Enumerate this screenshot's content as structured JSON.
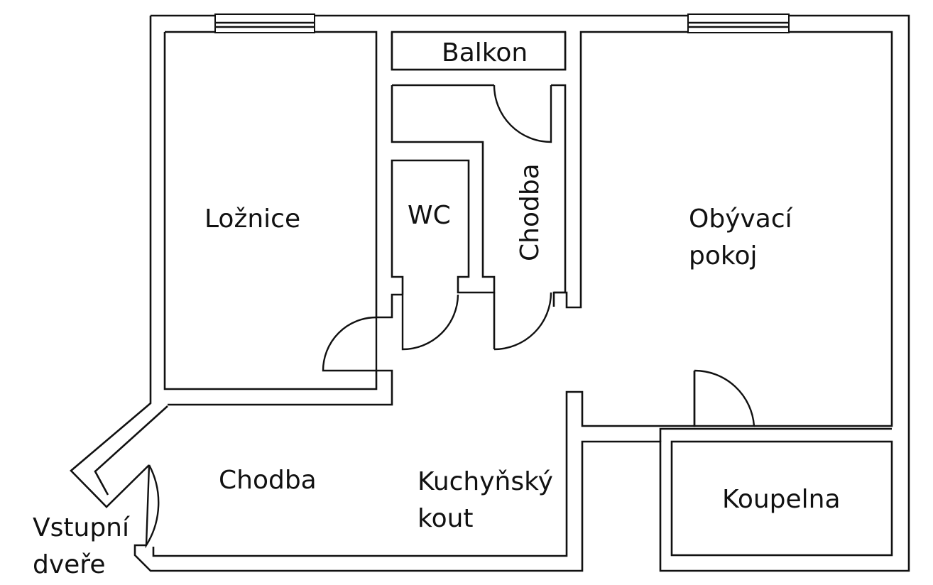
{
  "rooms": {
    "loznice": "Ložnice",
    "balkon": "Balkon",
    "wc": "WC",
    "chodba_upper": "Chodba",
    "obyvaci_line1": "Obývací",
    "obyvaci_line2": "pokoj",
    "chodba_lower": "Chodba",
    "kuchynsky_line1": "Kuchyňský",
    "kuchynsky_line2": "kout",
    "koupelna": "Koupelna",
    "vstupni_line1": "Vstupní",
    "vstupni_line2": "dveře"
  }
}
